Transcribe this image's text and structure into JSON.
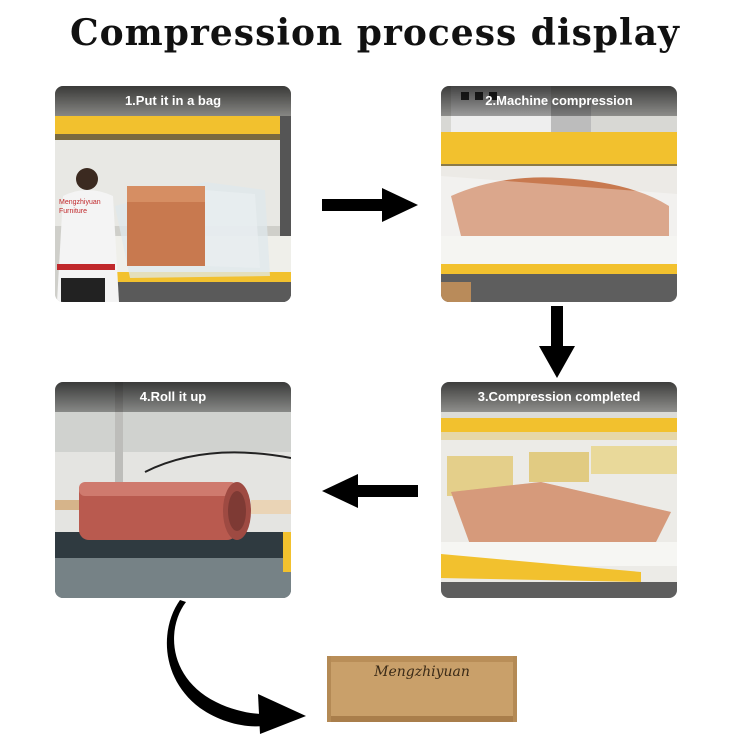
{
  "title": "Compression process display",
  "steps": [
    {
      "label": "1.Put it in a bag"
    },
    {
      "label": "2.Machine compression"
    },
    {
      "label": "3.Compression completed"
    },
    {
      "label": "4.Roll it up"
    }
  ],
  "shirt_text": "Mengzhiyuan Furniture",
  "box_label": "Mengzhiyuan",
  "colors": {
    "machine_yellow": "#f2c12e",
    "foam": "#c8794f",
    "roll": "#b95a4f",
    "arrow": "#000000"
  }
}
